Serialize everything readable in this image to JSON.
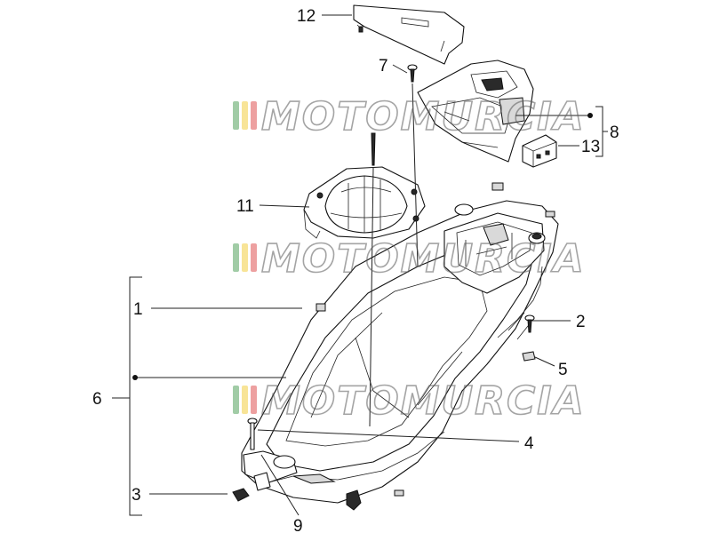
{
  "diagram": {
    "watermark": "MOTOMURCIA",
    "watermark_colors": [
      "#2f8f3a",
      "#f0c419",
      "#d62d2d"
    ],
    "callouts": [
      {
        "id": "1",
        "label": "1"
      },
      {
        "id": "2",
        "label": "2"
      },
      {
        "id": "3",
        "label": "3"
      },
      {
        "id": "4",
        "label": "4"
      },
      {
        "id": "5",
        "label": "5"
      },
      {
        "id": "6",
        "label": "6"
      },
      {
        "id": "7",
        "label": "7"
      },
      {
        "id": "8",
        "label": "8"
      },
      {
        "id": "9",
        "label": "9"
      },
      {
        "id": "11",
        "label": "11"
      },
      {
        "id": "12",
        "label": "12"
      },
      {
        "id": "13",
        "label": "13"
      }
    ]
  }
}
